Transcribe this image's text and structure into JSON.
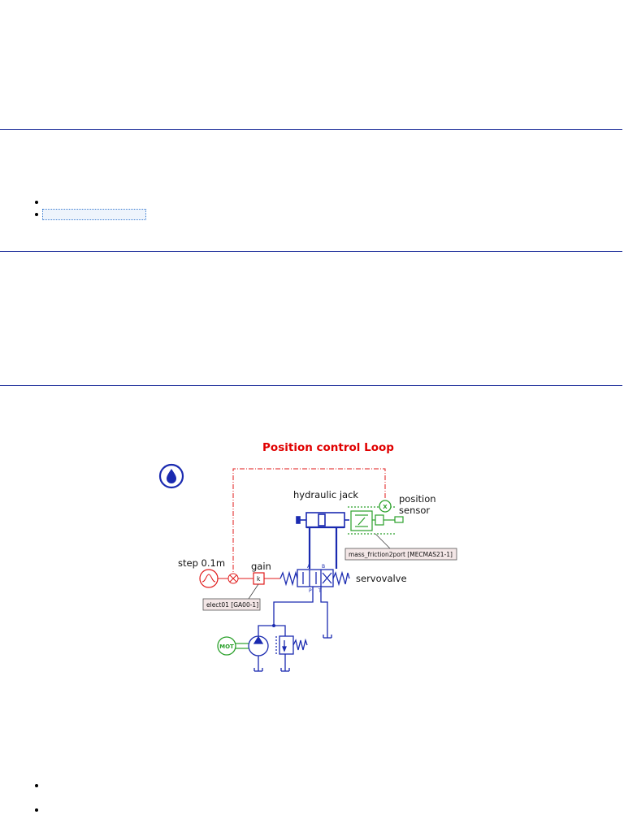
{
  "diagram": {
    "title": "Position control Loop",
    "labels": {
      "hydraulic_jack": "hydraulic jack",
      "position_sensor_line1": "position",
      "position_sensor_line2": "sensor",
      "step": "step 0.1m",
      "gain": "gain",
      "servovalve": "servovalve",
      "mass_tag": "mass_friction2port [MECMAS21-1]",
      "elect_tag": "elect01 [GA00-1]",
      "motor": "MOT",
      "gain_symbol": "k",
      "sensor_symbol": "X",
      "valve_port_a": "A",
      "valve_port_b": "B",
      "valve_port_p": "P",
      "valve_port_t": "T"
    },
    "colors": {
      "hydraulic": "#1a2ab0",
      "signal": "#e01a1a",
      "mechanical": "#2aa02a",
      "title": "#e00000",
      "tag_fill": "#f3e6e6"
    },
    "icon": "water-drop-icon"
  }
}
